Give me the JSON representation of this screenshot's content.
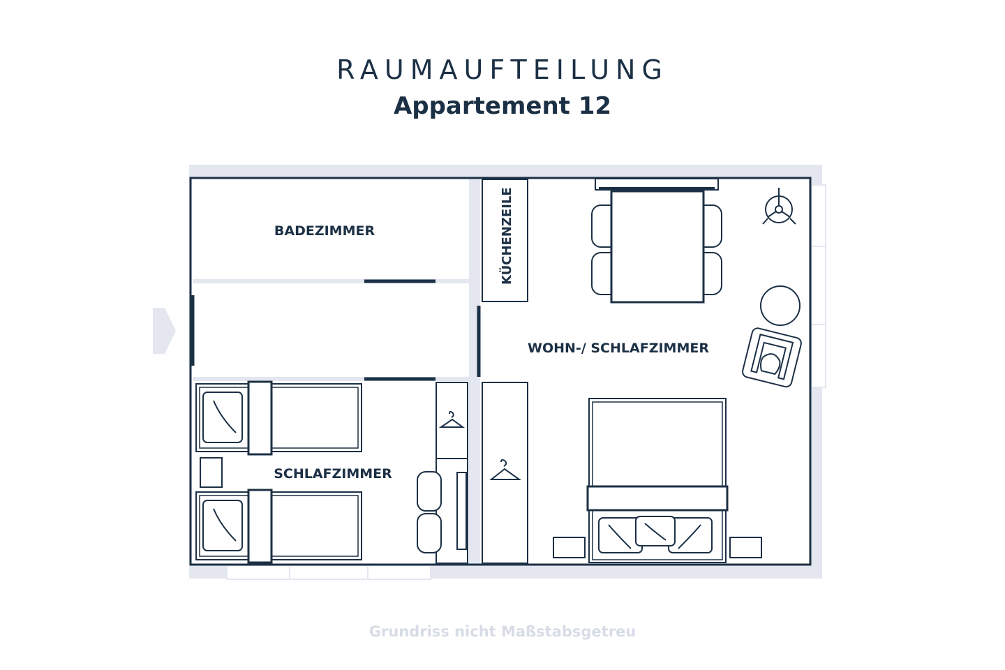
{
  "header": {
    "title": "RAUMAUFTEILUNG",
    "subtitle": "Appartement 12"
  },
  "rooms": {
    "bathroom": "BADEZIMMER",
    "kitchenette": "KÜCHENZEILE",
    "living_bedroom": "WOHN-/ SCHLAFZIMMER",
    "bedroom": "SCHLAFZIMMER"
  },
  "footer": {
    "note": "Grundriss nicht Maßstabsgetreu"
  },
  "colors": {
    "line": "#1c3045",
    "wall_shadow": "#e4e7f0",
    "footer_text": "#d7dce6"
  },
  "icons": [
    "entrance-arrow-icon",
    "hanger-icon",
    "fan-icon"
  ]
}
